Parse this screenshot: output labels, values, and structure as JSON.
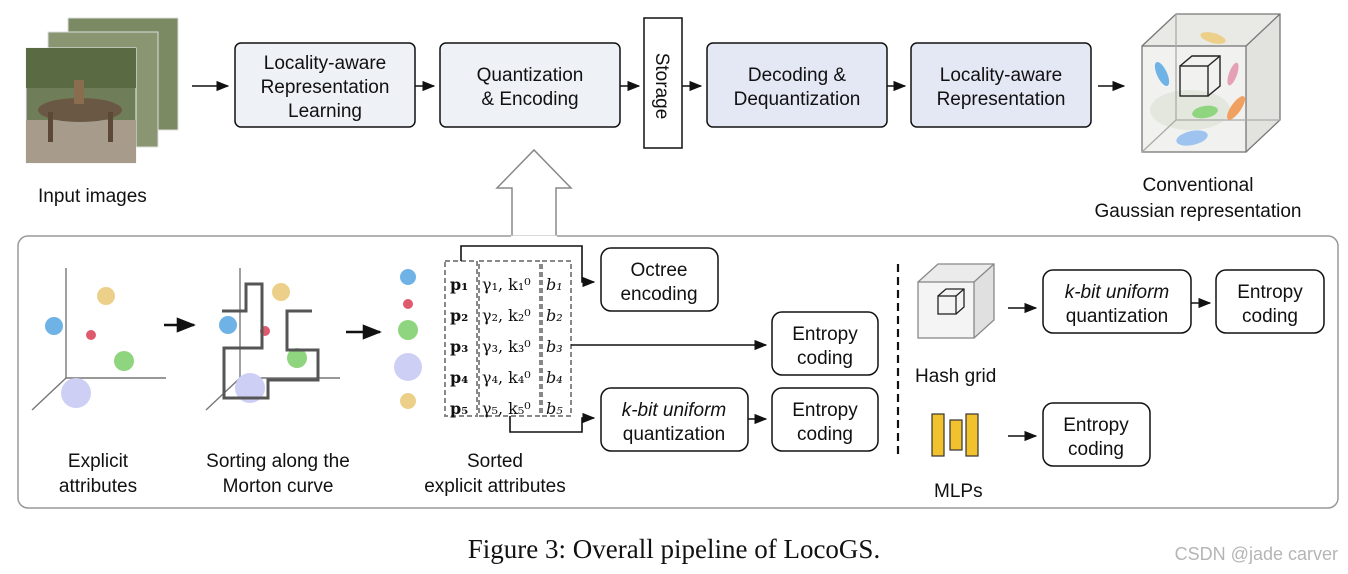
{
  "top_row": {
    "input_label": "Input images",
    "box1": [
      "Locality-aware",
      "Representation",
      "Learning"
    ],
    "box2": [
      "Quantization",
      "& Encoding"
    ],
    "storage": "Storage",
    "box3": [
      "Decoding &",
      "Dequantization"
    ],
    "box4": [
      "Locality-aware",
      "Representation"
    ],
    "output_label": [
      "Conventional",
      "Gaussian representation"
    ]
  },
  "bottom_panel": {
    "explicit_label": [
      "Explicit",
      "attributes"
    ],
    "sorting_label": [
      "Sorting along the",
      "Morton curve"
    ],
    "sorted_label": [
      "Sorted",
      "explicit attributes"
    ],
    "octree": [
      "Octree",
      "encoding"
    ],
    "entropy_label": [
      "Entropy",
      "coding"
    ],
    "kbit": [
      "k-bit uniform",
      "quantization"
    ],
    "hash_grid_label": "Hash grid",
    "mlps_label": "MLPs",
    "rows": [
      {
        "p": "p₁",
        "attr": "γ₁, k₁⁰",
        "b": "b₁"
      },
      {
        "p": "p₂",
        "attr": "γ₂, k₂⁰",
        "b": "b₂"
      },
      {
        "p": "p₃",
        "attr": "γ₃, k₃⁰",
        "b": "b₃"
      },
      {
        "p": "p₄",
        "attr": "γ₄, k₄⁰",
        "b": "b₄"
      },
      {
        "p": "p₅",
        "attr": "γ₅, k₅⁰",
        "b": "b₅"
      }
    ]
  },
  "caption": "Figure 3: Overall pipeline of LocoGS.",
  "watermark": "CSDN @jade carver",
  "colors": {
    "box_fill_light": "#eef1f6",
    "box_fill_dark": "#e4e7f4",
    "blob_blue": "#6fb3e6",
    "blob_yellow": "#ecd08a",
    "blob_green": "#8fd47e",
    "blob_red": "#e05a6e",
    "blob_purple": "#cdd0f4",
    "mlp_yellow": "#f2c12e"
  }
}
